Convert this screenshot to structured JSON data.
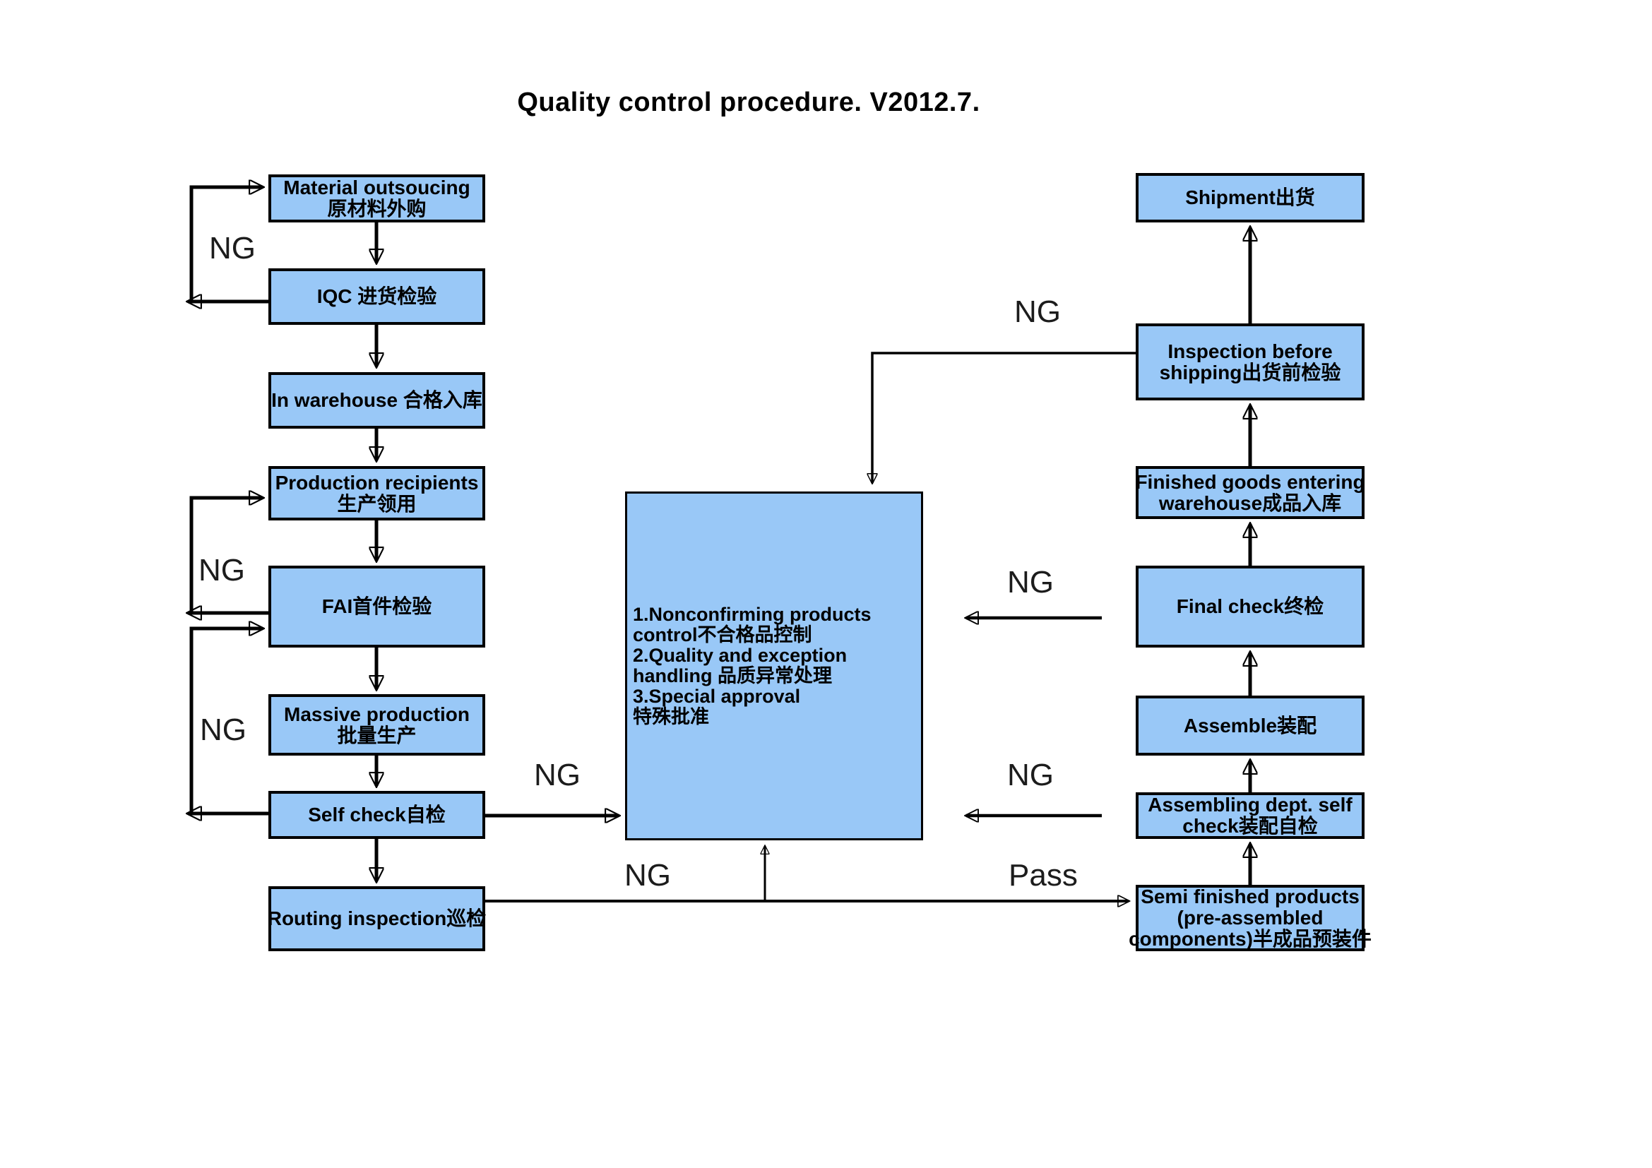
{
  "title": "Quality control procedure. V2012.7.",
  "colors": {
    "node_fill": "#99C8F7",
    "node_border": "#000000",
    "background": "#FFFFFF",
    "text": "#000000"
  },
  "labels": {
    "ng": "NG",
    "pass": "Pass"
  },
  "nodes": {
    "material": {
      "lines": [
        "Material outsoucing",
        "原材料外购"
      ]
    },
    "iqc": {
      "lines": [
        "IQC 进货检验"
      ]
    },
    "warehouse": {
      "lines": [
        "In warehouse 合格入库"
      ]
    },
    "production": {
      "lines": [
        "Production recipients",
        "生产领用"
      ]
    },
    "fai": {
      "lines": [
        "FAI首件检验"
      ]
    },
    "massive": {
      "lines": [
        "Massive production",
        "批量生产"
      ]
    },
    "selfcheck": {
      "lines": [
        "Self check自检"
      ]
    },
    "routing": {
      "lines": [
        "Routing inspection巡检"
      ]
    },
    "center": {
      "lines": [
        "1.Nonconfirming products",
        "control不合格品控制",
        "2.Quality and exception",
        "handling 品质异常处理",
        "3.Special approval",
        "特殊批准"
      ]
    },
    "shipment": {
      "lines": [
        "Shipment出货"
      ]
    },
    "inspection": {
      "lines": [
        "Inspection before",
        "shipping出货前检验"
      ]
    },
    "finished": {
      "lines": [
        "Finished goods entering",
        "warehouse成品入库"
      ]
    },
    "finalcheck": {
      "lines": [
        "Final check终检"
      ]
    },
    "assemble": {
      "lines": [
        "Assemble装配"
      ]
    },
    "assembling": {
      "lines": [
        "Assembling dept. self",
        "check装配自检"
      ]
    },
    "semi": {
      "lines": [
        "Semi finished products",
        "(pre-assembled",
        "components)半成品预装件"
      ]
    }
  }
}
